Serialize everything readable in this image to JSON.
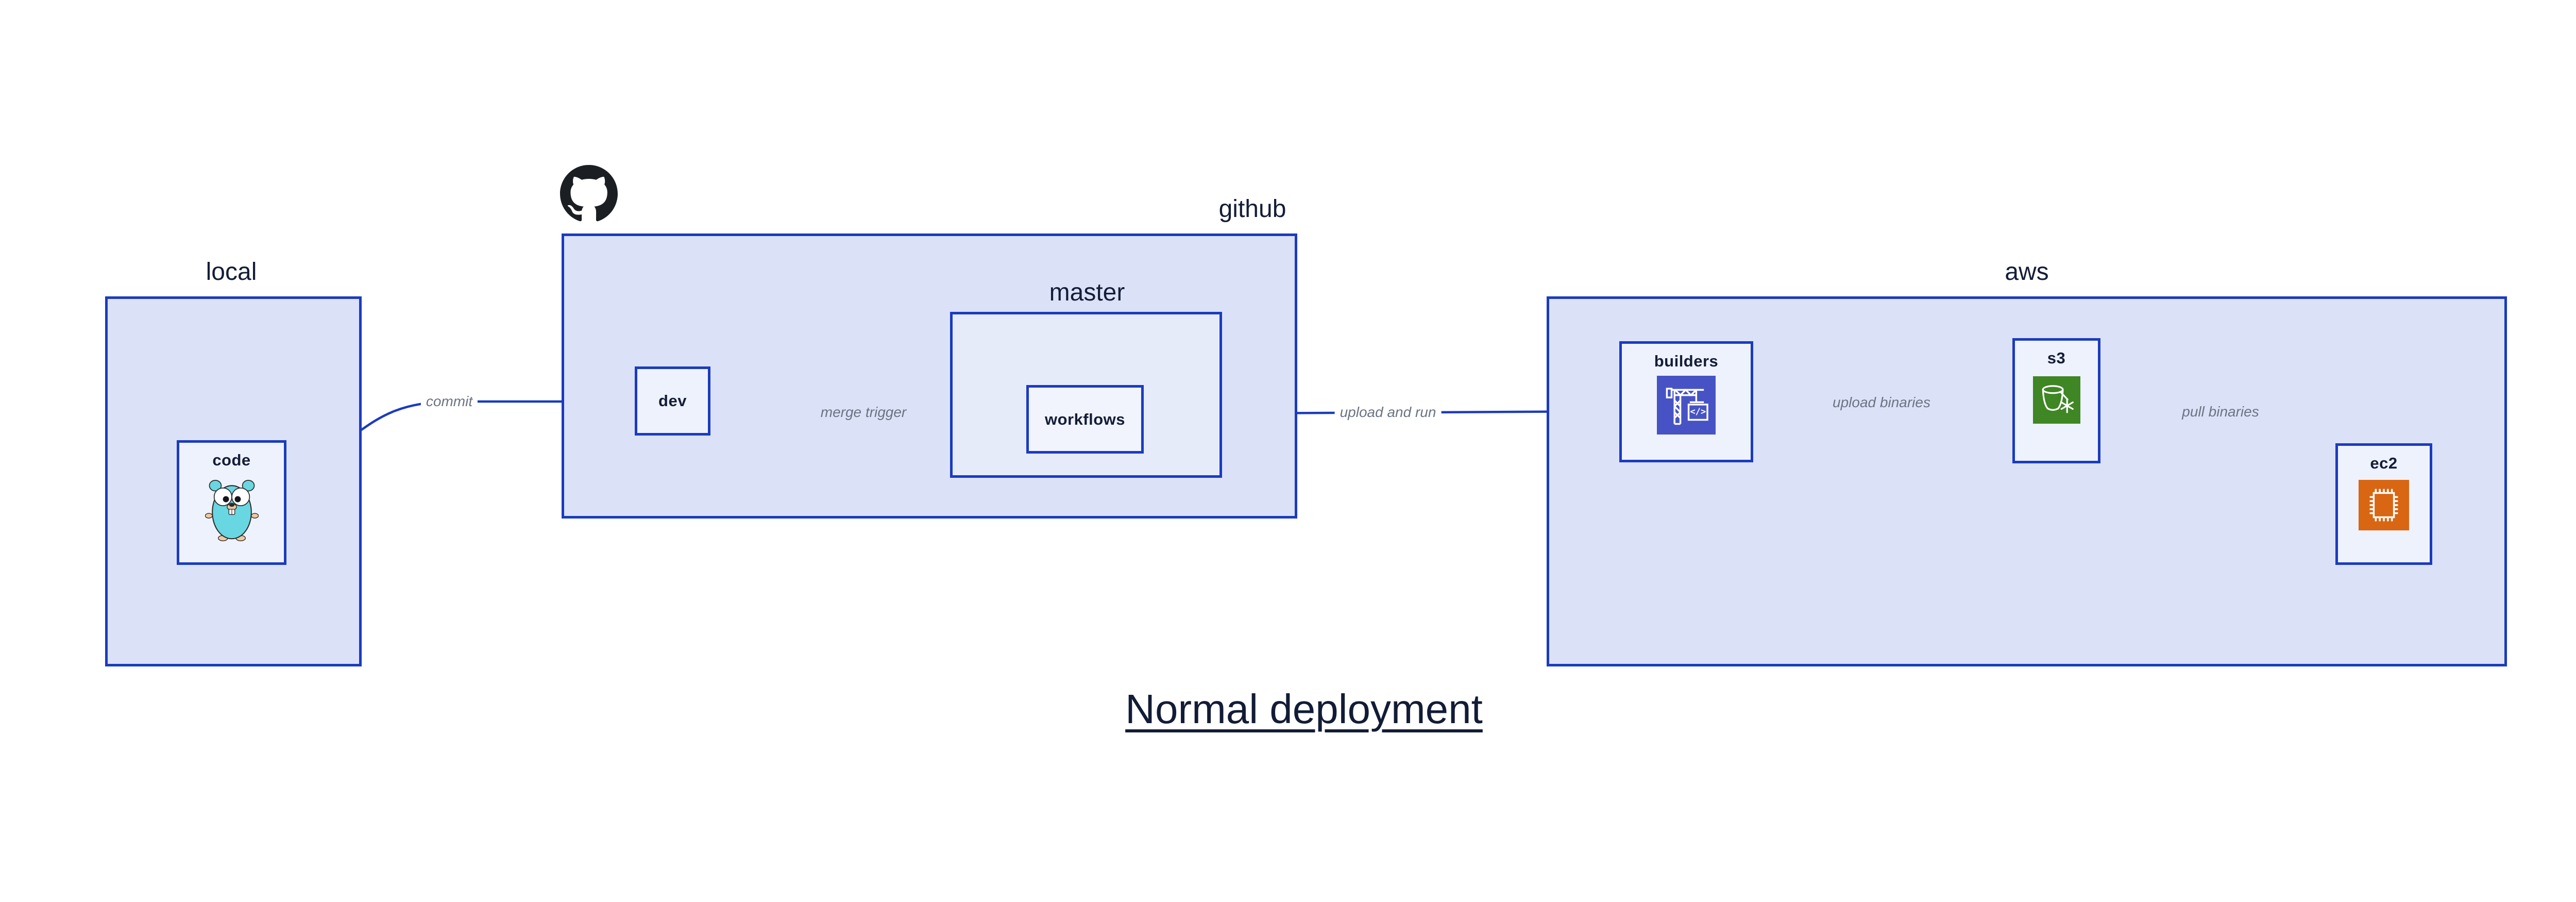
{
  "diagram": {
    "title": "Normal deployment",
    "groups": [
      {
        "id": "local",
        "label": "local"
      },
      {
        "id": "github",
        "label": "github"
      },
      {
        "id": "master",
        "label": "master"
      },
      {
        "id": "aws",
        "label": "aws"
      }
    ],
    "nodes": [
      {
        "id": "code",
        "label": "code",
        "icon": "go-gopher"
      },
      {
        "id": "dev",
        "label": "dev",
        "icon": null
      },
      {
        "id": "workflows",
        "label": "workflows",
        "icon": null
      },
      {
        "id": "builders",
        "label": "builders",
        "icon": "codebuild-crane"
      },
      {
        "id": "s3",
        "label": "s3",
        "icon": "s3-glacier-bucket"
      },
      {
        "id": "ec2",
        "label": "ec2",
        "icon": "ec2-chip"
      }
    ],
    "edges": [
      {
        "from": "code",
        "to": "dev",
        "label": "commit"
      },
      {
        "from": "dev",
        "to": "workflows",
        "label": "merge trigger"
      },
      {
        "from": "workflows",
        "to": "builders",
        "label": "upload and run"
      },
      {
        "from": "builders",
        "to": "s3",
        "label": "upload binaries"
      },
      {
        "from": "s3",
        "to": "ec2",
        "label": "pull binaries"
      }
    ],
    "logos": [
      {
        "id": "github-logo",
        "label": "GitHub octocat logo"
      }
    ],
    "colors": {
      "border_blue": "#1b3bbf",
      "group_fill": "#dbe2f8",
      "master_fill": "#e6ebfa",
      "node_fill": "#eef2fc",
      "edge_line": "#1b3bbf",
      "edge_label_gray": "#6b7383",
      "label_navy": "#141d38",
      "codebuild_icon_bg": "#4753c4",
      "s3_icon_bg": "#3f8624",
      "ec2_icon_bg": "#d86613",
      "github_logo": "#1b1f23",
      "gopher_body": "#68d7e2"
    }
  }
}
